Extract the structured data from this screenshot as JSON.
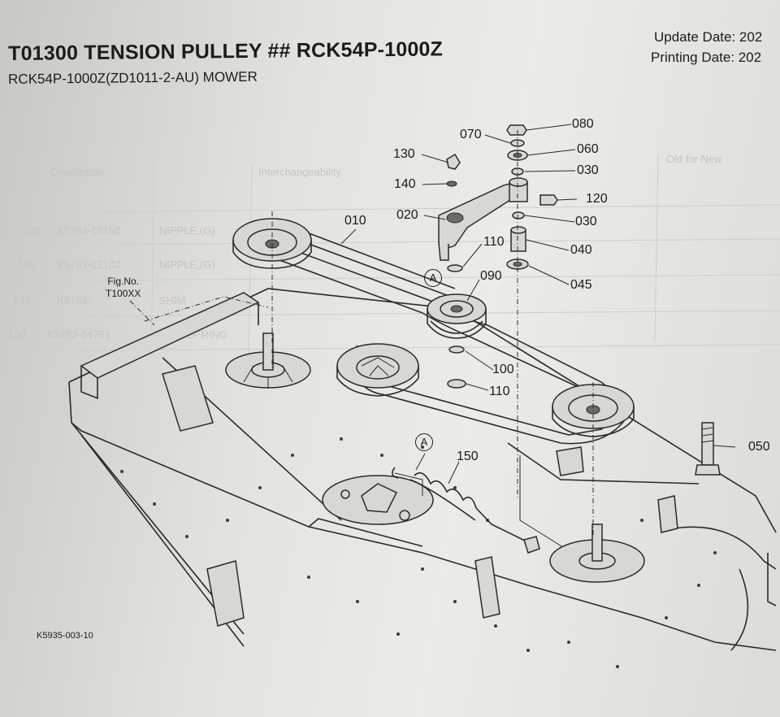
{
  "header": {
    "title": "T01300 TENSION PULLEY ## RCK54P-1000Z",
    "subtitle": "RCK54P-1000Z(ZD1011-2-AU) MOWER",
    "update_date": "Update Date: 202",
    "printing_date": "Printing Date: 202"
  },
  "figure": {
    "fig_no_label": "Fig.No.",
    "fig_no_value": "T100XX",
    "drawing_code": "K5935-003-10",
    "circle_marker": "A"
  },
  "callouts": {
    "p010": "010",
    "p020": "020",
    "p030a": "030",
    "p030b": "030",
    "p040": "040",
    "p045": "045",
    "p050": "050",
    "p060": "060",
    "p070": "070",
    "p080": "080",
    "p090": "090",
    "p100": "100",
    "p110a": "110",
    "p110b": "110",
    "p120": "120",
    "p130": "130",
    "p140": "140",
    "p150": "150"
  },
  "bleed_through": {
    "col_partname": "Description",
    "col_interchange": "Interchangeability",
    "col_old_new": "Old for New",
    "row1_no": "120",
    "row1_part": "K5763-15152",
    "row1_desc": "NIPPLE,(G)",
    "row2_no": "130",
    "row2_part": "K5763-12102",
    "row2_desc": "NIPPLE,(G)",
    "row3_no": "140",
    "row3_part": "K5763-",
    "row3_desc": "SHIM",
    "row4_no": "150",
    "row4_part": "K5763-34751",
    "row4_desc": "SPRING"
  }
}
